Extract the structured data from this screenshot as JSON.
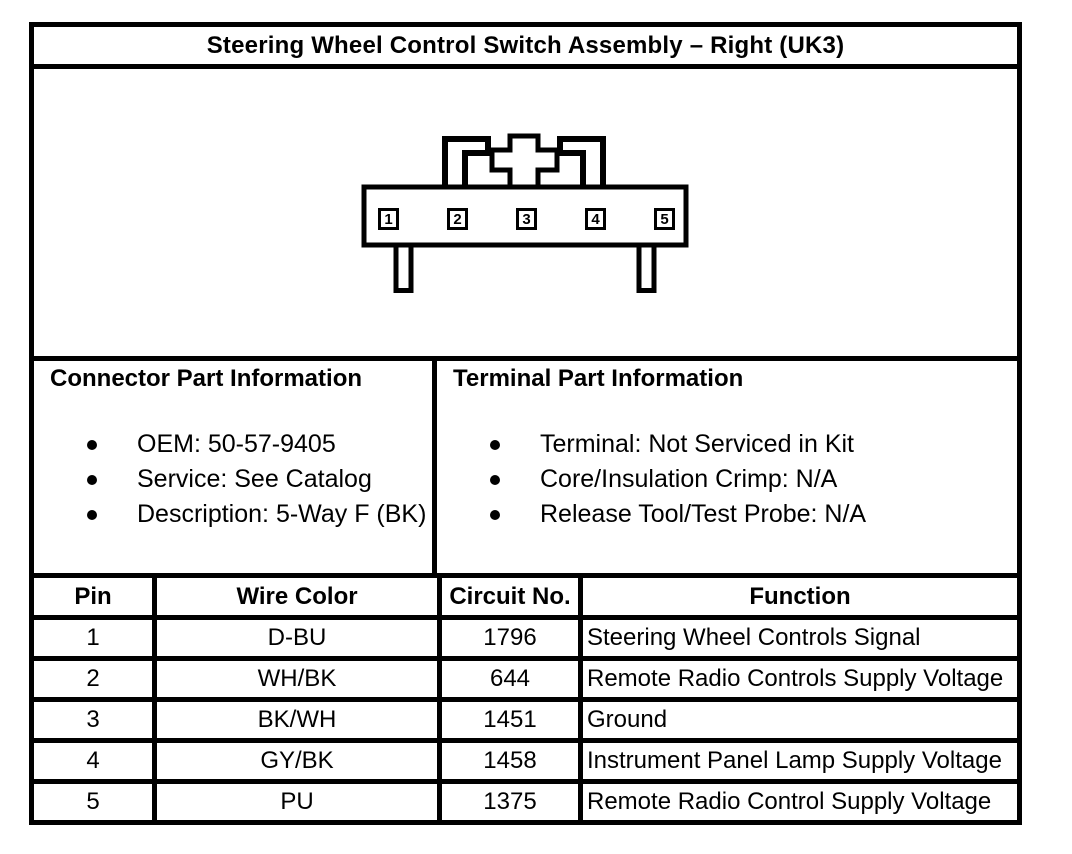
{
  "title": "Steering Wheel Control Switch Assembly – Right (UK3)",
  "colors": {
    "line": "#000000",
    "background": "#ffffff"
  },
  "diagram": {
    "description": "5-way female connector front view with center lock tab and two mounting legs",
    "pins": [
      "1",
      "2",
      "3",
      "4",
      "5"
    ]
  },
  "connector_info": {
    "heading": "Connector Part Information",
    "items": [
      "OEM: 50-57-9405",
      "Service: See Catalog",
      "Description: 5-Way F (BK)"
    ]
  },
  "terminal_info": {
    "heading": "Terminal Part Information",
    "items": [
      "Terminal: Not Serviced in Kit",
      "Core/Insulation Crimp: N/A",
      "Release Tool/Test Probe: N/A"
    ]
  },
  "pin_table": {
    "headers": [
      "Pin",
      "Wire Color",
      "Circuit No.",
      "Function"
    ],
    "rows": [
      {
        "pin": "1",
        "wire_color": "D-BU",
        "circuit": "1796",
        "function": "Steering Wheel Controls Signal"
      },
      {
        "pin": "2",
        "wire_color": "WH/BK",
        "circuit": "644",
        "function": "Remote Radio Controls Supply Voltage"
      },
      {
        "pin": "3",
        "wire_color": "BK/WH",
        "circuit": "1451",
        "function": "Ground"
      },
      {
        "pin": "4",
        "wire_color": "GY/BK",
        "circuit": "1458",
        "function": "Instrument Panel Lamp Supply Voltage"
      },
      {
        "pin": "5",
        "wire_color": "PU",
        "circuit": "1375",
        "function": "Remote Radio Control Supply Voltage"
      }
    ]
  }
}
